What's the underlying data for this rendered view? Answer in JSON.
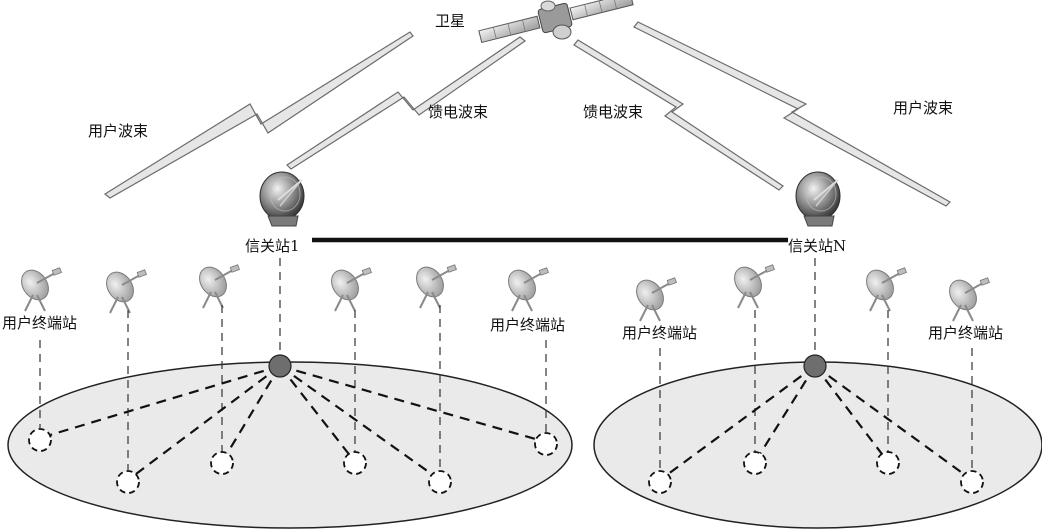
{
  "satellite": {
    "label": "卫星",
    "icon": "satellite-icon"
  },
  "beams": {
    "user_left": "用户波束",
    "feeder_left": "馈电波束",
    "feeder_right": "馈电波束",
    "user_right": "用户波束"
  },
  "gateways": [
    {
      "label": "信关站1",
      "icon": "dish-antenna-icon"
    },
    {
      "label": "信关站N",
      "icon": "dish-antenna-icon"
    }
  ],
  "terminal_labels": {
    "left_1": "用户终端站",
    "left_2": "用户终端站",
    "right_1": "用户终端站",
    "right_2": "用户终端站"
  },
  "colors": {
    "beam_fill": "#e6e6e6",
    "beam_stroke": "#6b6b6b",
    "ellipse_fill": "#eaeaea",
    "hub_node": "#6e6e6e",
    "link": "#111111"
  }
}
